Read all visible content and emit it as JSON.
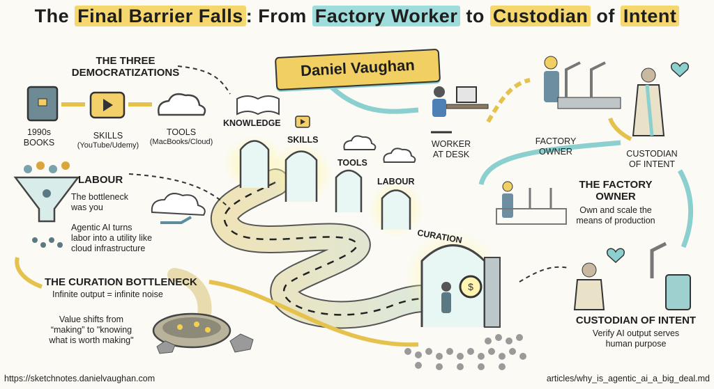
{
  "title": {
    "part1": "The ",
    "final_barrier_falls": "Final Barrier Falls",
    "colon_from": ": From ",
    "factory_worker": "Factory Worker",
    "to": " to ",
    "custodian": "Custodian",
    "of": " of ",
    "intent": "Intent"
  },
  "banner": "Daniel Vaughan",
  "democratizations": {
    "heading_line1": "THE THREE",
    "heading_line2": "DEMOCRATIZATIONS",
    "books_line1": "1990s",
    "books_line2": "BOOKS",
    "skills_line1": "SKILLS",
    "skills_line2": "(YouTube/Udemy)",
    "tools_line1": "TOOLS",
    "tools_line2": "(MacBooks/Cloud)"
  },
  "path_labels": {
    "knowledge": "KNOWLEDGE",
    "skills": "SKILLS",
    "tools": "TOOLS",
    "labour": "LABOUR",
    "curation": "CURATION"
  },
  "labour": {
    "heading": "LABOUR",
    "text1_line1": "The bottleneck",
    "text1_line2": "was you",
    "text2_line1": "Agentic AI turns",
    "text2_line2": "labor into a utility like",
    "text2_line3": "cloud infrastructure"
  },
  "curation_bottleneck": {
    "heading": "THE CURATION BOTTLENECK",
    "subtitle": "Infinite output = infinite noise",
    "value_line1": "Value shifts from",
    "value_line2": "“making” to \"knowing",
    "value_line3": "what is worth making\""
  },
  "top_right": {
    "worker_line1": "WORKER",
    "worker_line2": "AT DESK",
    "owner_line1": "FACTORY",
    "owner_line2": "OWNER",
    "custodian_line1": "CUSTODIAN",
    "custodian_line2": "OF INTENT"
  },
  "factory_owner": {
    "heading_line1": "THE FACTORY",
    "heading_line2": "OWNER",
    "text_line1": "Own and scale the",
    "text_line2": "means of production"
  },
  "custodian": {
    "heading": "CUSTODIAN OF INTENT",
    "text_line1": "Verify AI output serves",
    "text_line2": "human purpose"
  },
  "footer": {
    "left": "https://sketchnotes.danielvaughan.com",
    "right": "articles/why_is_agentic_ai_a_big_deal.md"
  },
  "colors": {
    "accent_yellow": "#f1cf62",
    "accent_teal": "#8bcfcf",
    "ink": "#1e1e1e",
    "path": "#e9dcae"
  }
}
